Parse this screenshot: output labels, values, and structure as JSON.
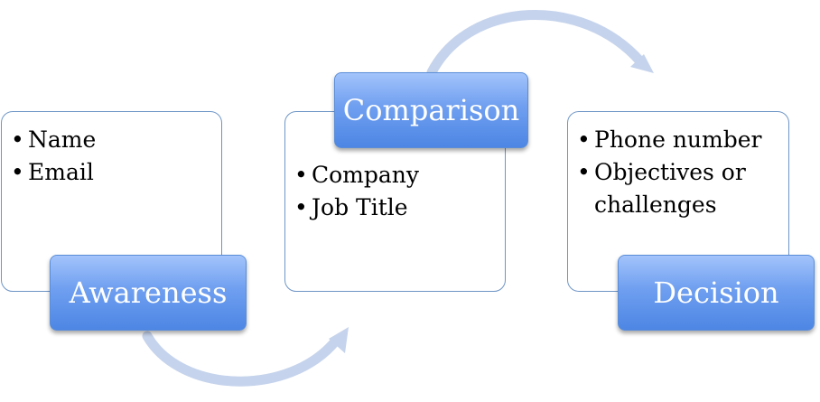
{
  "stages": [
    {
      "label": "Awareness",
      "items": [
        "Name",
        "Email"
      ]
    },
    {
      "label": "Comparison",
      "items": [
        "Company",
        "Job Title"
      ]
    },
    {
      "label": "Decision",
      "items": [
        "Phone number",
        "Objectives or challenges"
      ]
    }
  ],
  "colors": {
    "stage_fill_top": "#a3c4fb",
    "stage_fill_bottom": "#4d86e4",
    "panel_border": "#6e95c6",
    "arrow": "#c5d3ec"
  }
}
